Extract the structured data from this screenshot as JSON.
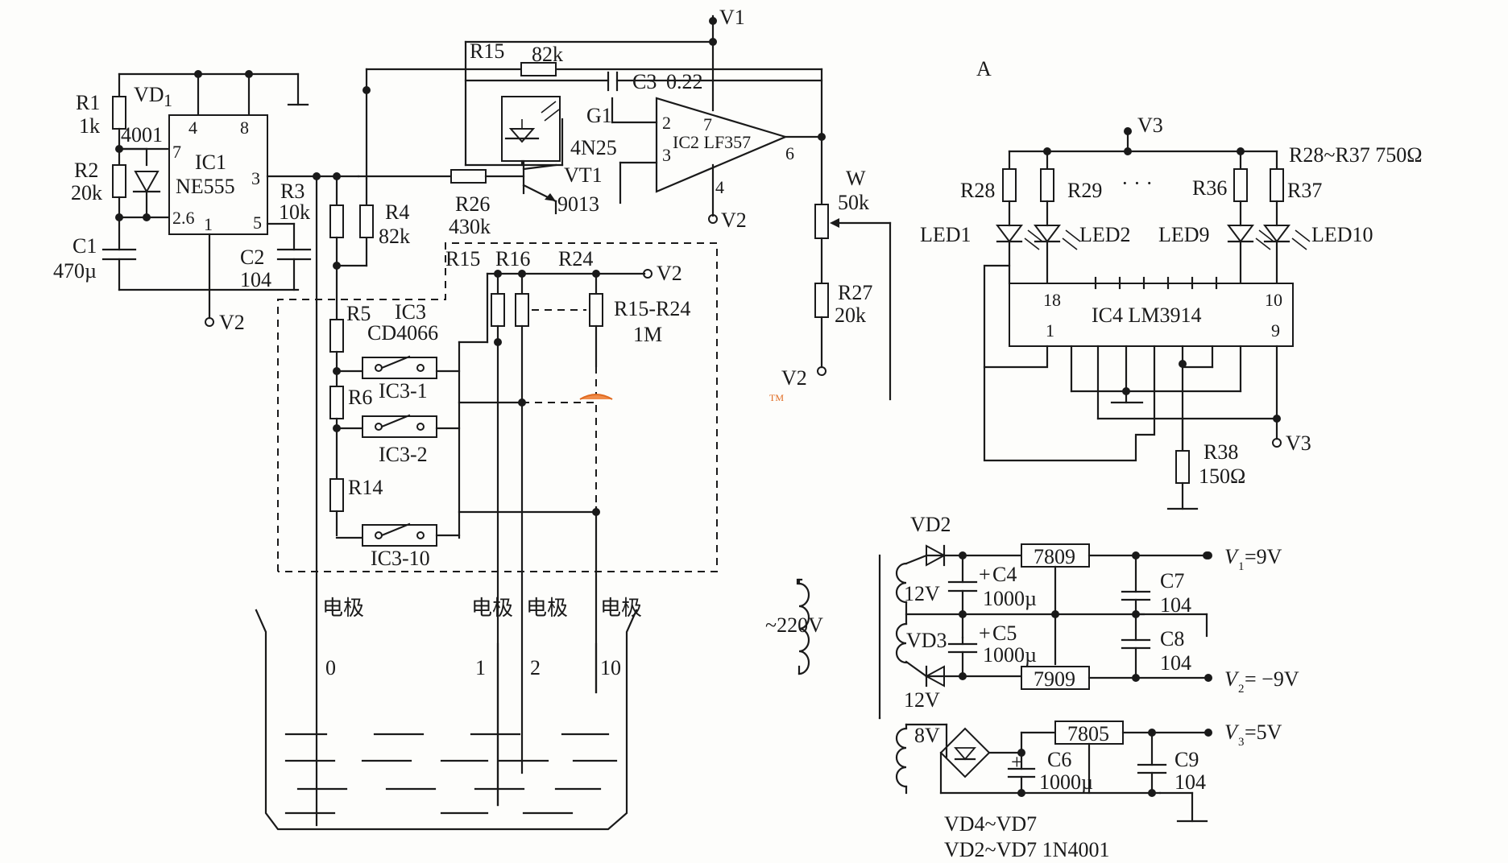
{
  "labels": {
    "v1_top": "V1",
    "r15_top": "R15",
    "r15_top_val": "82k",
    "c3": "C3",
    "c3_val": "0.22",
    "g1": "G1",
    "ic2": "IC2 LF357",
    "ic2_p2": "2",
    "ic2_p3": "3",
    "ic2_p7": "7",
    "ic2_p6": "6",
    "ic2_p4": "4",
    "v2_ic2": "V2",
    "opto": "4N25",
    "vt1": "VT1",
    "vt1_type": "9013",
    "r26": "R26",
    "r26_val": "430k",
    "r1": "R1",
    "r1_val": "1k",
    "vd1": "VD",
    "vd1_sub": "1",
    "d4001": "4001",
    "r2": "R2",
    "r2_val": "20k",
    "c1": "C1",
    "c1_val": "470µ",
    "ic1": "IC1",
    "ic1_type": "NE555",
    "ic1_p4": "4",
    "ic1_p8": "8",
    "ic1_p7": "7",
    "ic1_p3": "3",
    "ic1_p26": "2.6",
    "ic1_p1": "1",
    "ic1_p5": "5",
    "v2_ic1": "V2",
    "r3": "R3",
    "r3_val": "10k",
    "c2": "C2",
    "c2_val": "104",
    "r4": "R4",
    "r4_val": "82k",
    "r15_mid": "R15",
    "r16": "R16",
    "r24": "R24",
    "v2_r24": "V2",
    "r15r24": "R15-R24",
    "r15r24_val": "1M",
    "r5": "R5",
    "ic3": "IC3",
    "ic3_type": "CD4066",
    "r6": "R6",
    "ic3_1": "IC3-1",
    "ic3_2": "IC3-2",
    "r14": "R14",
    "ic3_10": "IC3-10",
    "tm": "TM",
    "w": "W",
    "w_val": "50k",
    "r27": "R27",
    "r27_val": "20k",
    "v2_r27": "V2",
    "a": "A",
    "v3_top": "V3",
    "r28": "R28",
    "r29": "R29",
    "dots": "· · ·",
    "r36": "R36",
    "r37": "R37",
    "r28r37": "R28~R37 750Ω",
    "led1": "LED1",
    "led2": "LED2",
    "led9": "LED9",
    "led10": "LED10",
    "ic4": "IC4 LM3914",
    "ic4_p18": "18",
    "ic4_p10": "10",
    "ic4_p1": "1",
    "ic4_p9": "9",
    "v3_bot": "V3",
    "r38": "R38",
    "r38_val": "150Ω",
    "vd2": "VD2",
    "u7809": "7809",
    "c4": "C4",
    "c4_val": "1000µ",
    "c5": "C5",
    "c5_val": "1000µ",
    "plus": "+",
    "c7": "C7",
    "c7_val": "104",
    "c8": "C8",
    "c8_val": "104",
    "v1_out": "V",
    "v1_out_sub": "1",
    "v1_out_val": "=9V",
    "v2_out": "V",
    "v2_out_sub": "2",
    "v2_out_val": "= −9V",
    "u7909": "7909",
    "vd3": "VD3",
    "ac": "~220V",
    "v12a": "12V",
    "v12b": "12V",
    "tilde": "~",
    "v8": "8V",
    "u7805": "7805",
    "c6": "C6",
    "c6_val": "1000µ",
    "c9": "C9",
    "c9_val": "104",
    "v3_out": "V",
    "v3_out_sub": "3",
    "v3_out_val": "=5V",
    "vd4vd7": "VD4~VD7",
    "vd2vd7": "VD2~VD7  1N4001",
    "electrode": "电极",
    "e0": "0",
    "e1": "1",
    "e2": "2",
    "e10": "10"
  }
}
